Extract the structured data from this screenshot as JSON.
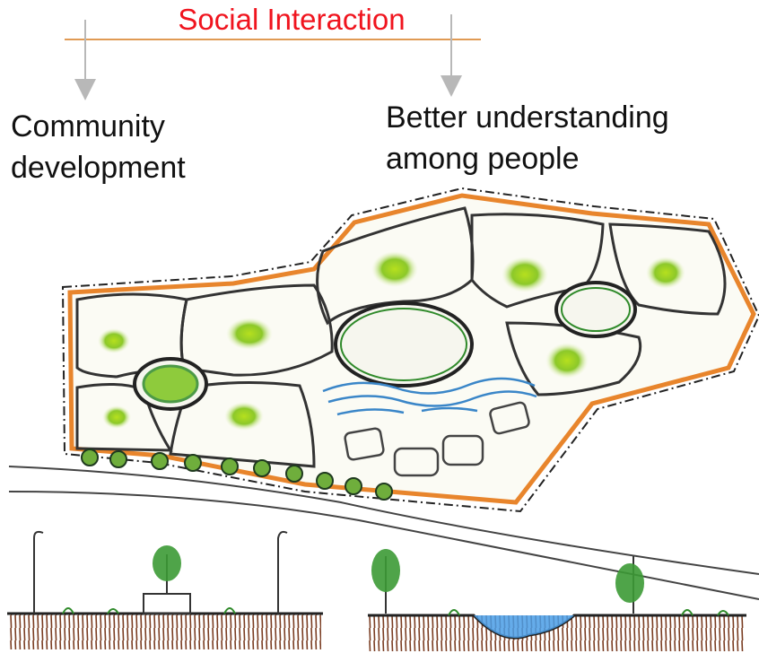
{
  "title": "Social Interaction",
  "branches": {
    "left": {
      "line1": "Community",
      "line2": "development"
    },
    "right": {
      "line1": "Better understanding",
      "line2": "among people"
    }
  },
  "colors": {
    "title": "#f0141e",
    "connector": "#e09a54",
    "arrow": "#b8b8b8",
    "boundary": "#e8852c",
    "tree_green": "#7cc41e",
    "dark_green": "#2f8a2a",
    "water": "#3a86c8",
    "ground": "#6b3a22"
  }
}
